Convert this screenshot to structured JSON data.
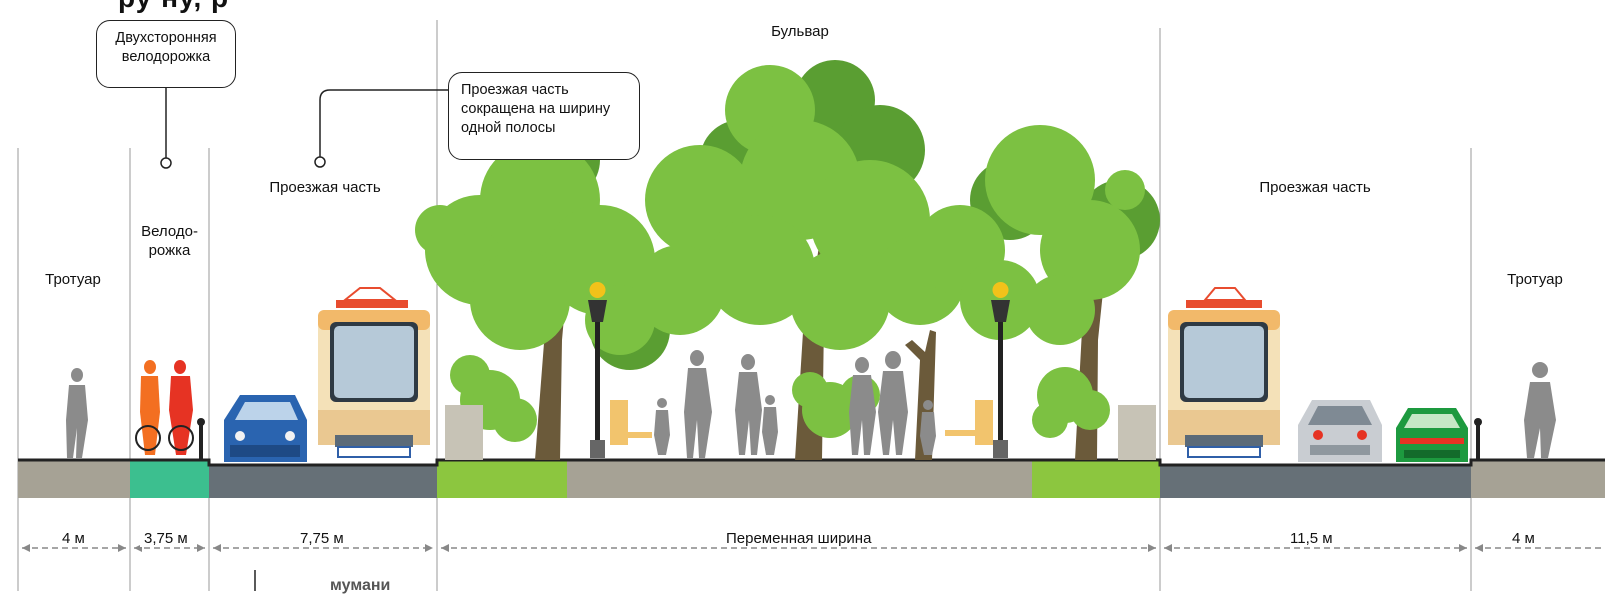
{
  "title_partial": "ру ну, р",
  "bottom_partial": "мумани",
  "zones": {
    "sidewalk_left": "Тротуар",
    "bike_lane": "Велодо-\nрожка",
    "roadway_left": "Проезжая часть",
    "boulevard": "Бульвар",
    "roadway_right": "Проезжая часть",
    "sidewalk_right": "Тротуар"
  },
  "callouts": {
    "bike_path": "Двухсторонняя велодорожка",
    "roadway_reduced": "Проезжая часть сокращена на ширину одной полосы"
  },
  "dimensions": [
    "4 м",
    "3,75 м",
    "7,75 м",
    "Переменная ширина",
    "11,5 м",
    "4 м"
  ],
  "colors": {
    "ground_grey": "#a6a295",
    "bike_green": "#3cbf8f",
    "road_dark": "#667077",
    "grass": "#8cc63f",
    "tree_light": "#7cc142",
    "tree_dark": "#5a9e32",
    "trunk": "#6b5a3a",
    "people": "#8b8b8b",
    "cyclist1": "#f36f21",
    "cyclist2": "#e63323",
    "car_blue": "#2a64b0",
    "car_green": "#1d9a3f"
  }
}
